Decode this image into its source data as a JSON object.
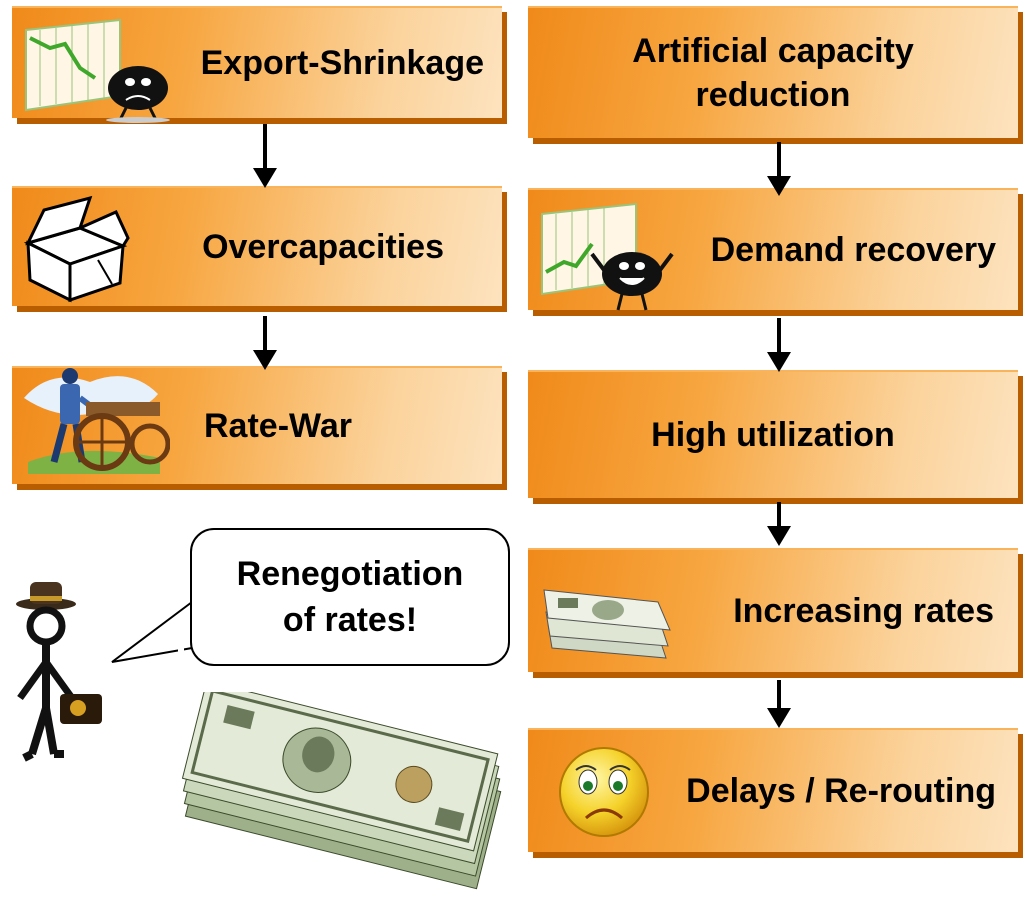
{
  "left_column": [
    {
      "label": "Export-Shrinkage",
      "icon": "declining-chart-blob-icon"
    },
    {
      "label": "Overcapacities",
      "icon": "empty-box-icon"
    },
    {
      "label": "Rate-War",
      "icon": "soldier-cannon-icon"
    }
  ],
  "right_column": [
    {
      "label": "Artificial capacity\nreduction"
    },
    {
      "label": "Demand recovery",
      "icon": "rising-chart-happy-blob-icon"
    },
    {
      "label": "High utilization"
    },
    {
      "label": "Increasing rates",
      "icon": "banknotes-icon"
    },
    {
      "label": "Delays / Re-routing",
      "icon": "sad-face-icon"
    }
  ],
  "speech_bubble": {
    "text": "Renegotiation\nof rates!"
  },
  "figures": {
    "businessman": "businessman-with-briefcase-icon",
    "money": "dollar-bills-stack-icon"
  },
  "colors": {
    "box_dark": "#f08a1a",
    "box_light": "#fde3bf",
    "box_shadow": "#b85e00"
  }
}
